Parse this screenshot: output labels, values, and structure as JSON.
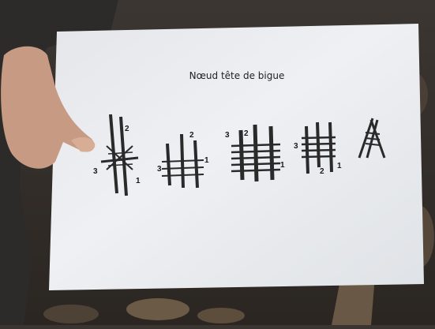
{
  "sheet": {
    "title": "Nœud tête de bigue"
  },
  "figures": [
    {
      "labels": [
        "2",
        "3",
        "1"
      ]
    },
    {
      "labels": [
        "2",
        "3",
        "1"
      ]
    },
    {
      "labels": [
        "3",
        "2",
        "1"
      ]
    },
    {
      "labels": [
        "3",
        "2",
        "1"
      ]
    },
    {
      "labels": []
    }
  ]
}
